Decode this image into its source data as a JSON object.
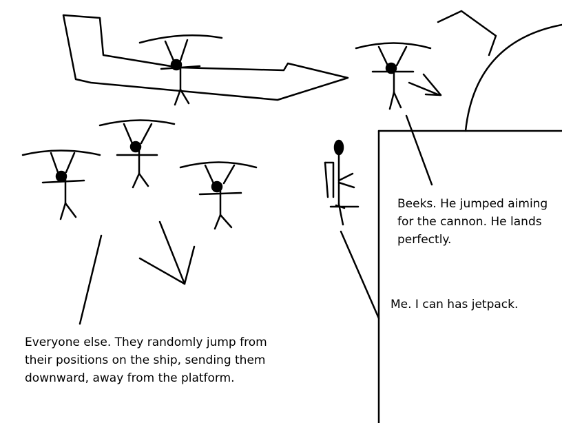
{
  "captions": {
    "beeks": {
      "lines": [
        "Beeks. He jumped aiming",
        "for the cannon. He lands",
        "perfectly."
      ]
    },
    "me": {
      "lines": [
        "Me. I can has jetpack."
      ]
    },
    "everyone": {
      "lines": [
        "Everyone else. They randomly jump from",
        "their positions on the ship, sending them",
        "downward, away from the platform."
      ]
    }
  },
  "colors": {
    "ink": "#000000",
    "background": "#ffffff"
  }
}
